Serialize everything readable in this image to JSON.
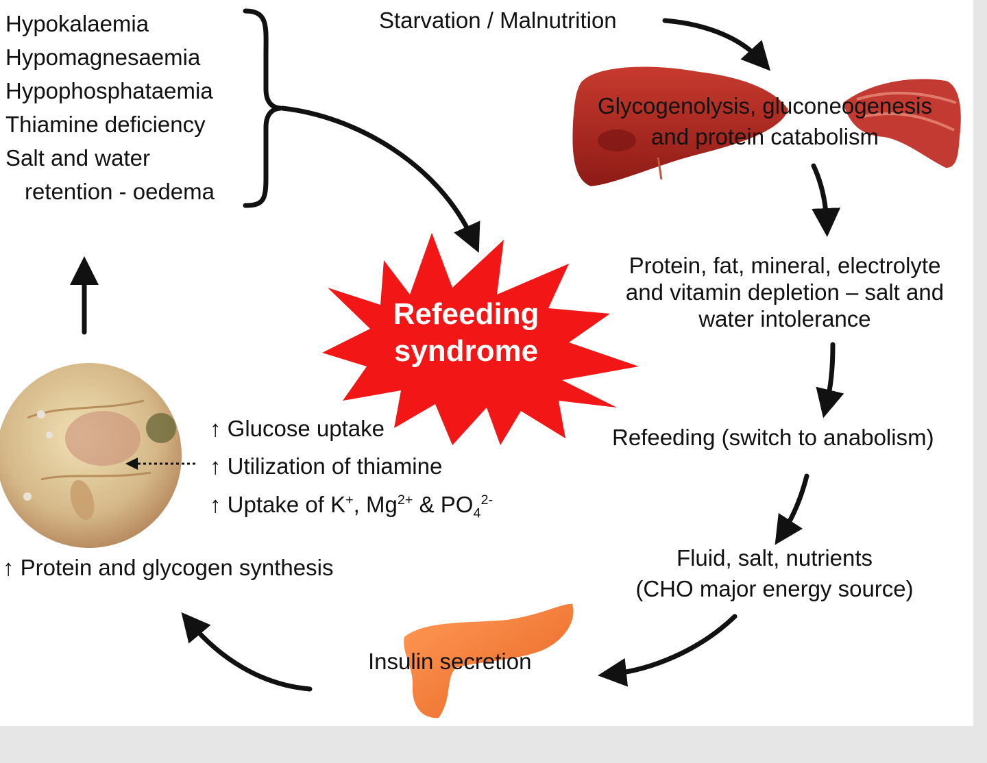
{
  "left_list": {
    "items": [
      "Hypokalaemia",
      "Hypomagnesaemia",
      "Hypophosphataemia",
      "Thiamine deficiency",
      "Salt and water",
      "retention - oedema"
    ]
  },
  "cycle": {
    "starvation": "Starvation / Malnutrition",
    "glyco_line1": "Glycogenolysis, gluconeogenesis",
    "glyco_line2": "and protein catabolism",
    "depletion_line1": "Protein, fat, mineral, electrolyte",
    "depletion_line2": "and vitamin depletion – salt and",
    "depletion_line3": "water intolerance",
    "refeeding": "Refeeding (switch to anabolism)",
    "fluid_line1": "Fluid, salt, nutrients",
    "fluid_line2": "(CHO major energy source)",
    "insulin": "Insulin secretion",
    "protein_synthesis": "Protein and glycogen synthesis"
  },
  "cell_effects": {
    "glucose": "Glucose uptake",
    "thiamine": "Utilization of thiamine",
    "uptake_prefix": "Uptake of K",
    "uptake_plus": "+",
    "uptake_mg": ", Mg",
    "uptake_mg_sup": "2+",
    "uptake_po": " & PO",
    "uptake_po_sub": "4",
    "uptake_po_sup": "2-"
  },
  "up_arrow_glyph": "↑",
  "center": {
    "line1": "Refeeding",
    "line2": "syndrome"
  },
  "colors": {
    "burst": "#f21616",
    "liver": "#a8221d",
    "pancreas": "#f07a3a",
    "cell": "#d9b98a"
  },
  "icons": [
    "liver-illustration",
    "muscle-illustration",
    "pancreas-illustration",
    "cell-illustration"
  ]
}
